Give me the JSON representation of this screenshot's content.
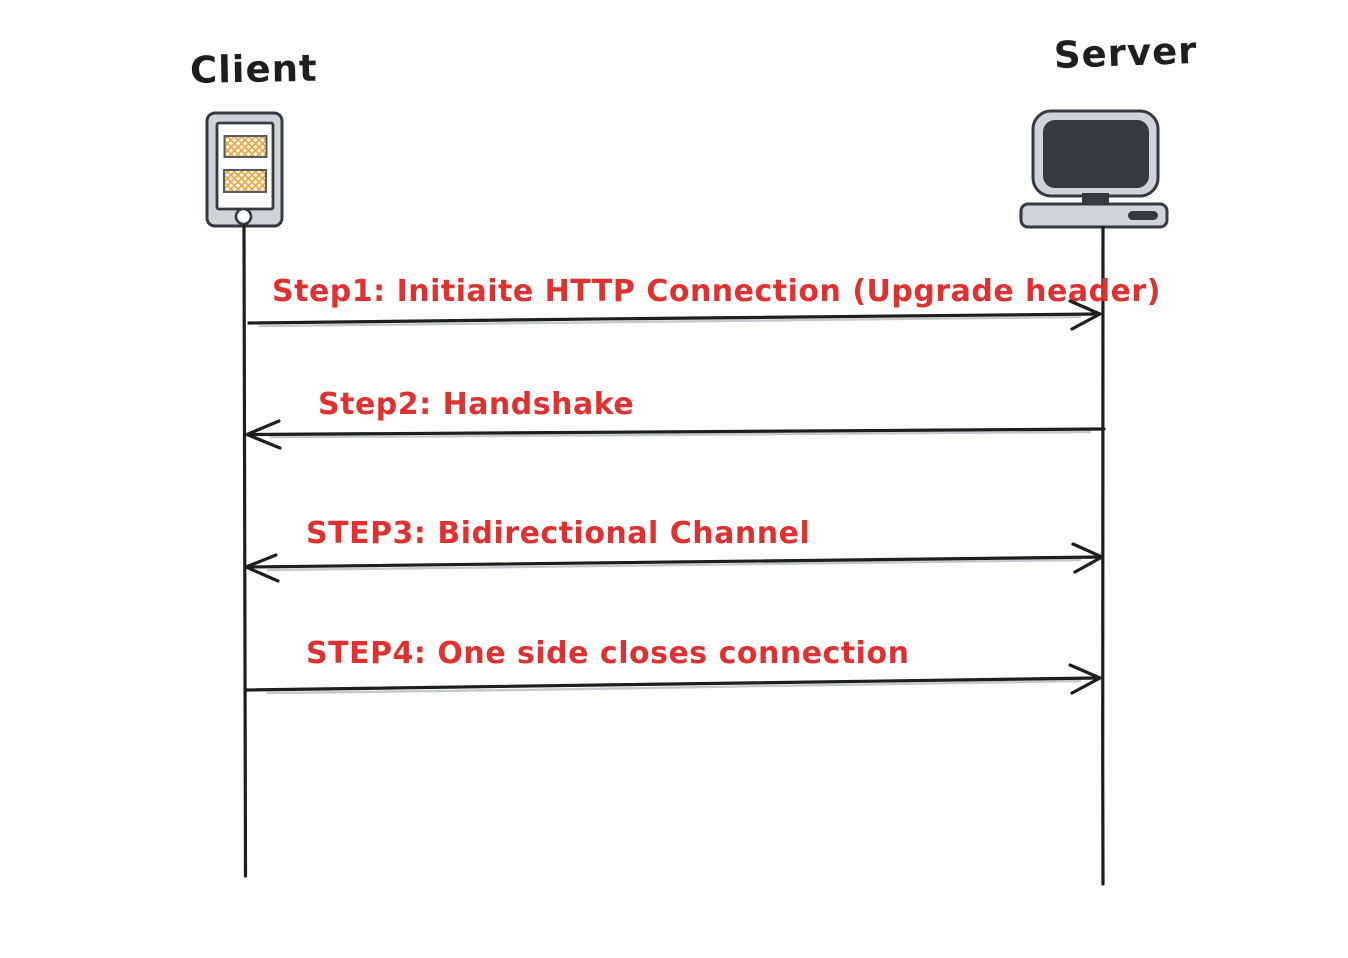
{
  "diagram": {
    "type": "sequence-diagram",
    "style": "hand-drawn",
    "actors": [
      {
        "name": "Client",
        "icon": "mobile-device-icon"
      },
      {
        "name": "Server",
        "icon": "desktop-computer-icon"
      }
    ],
    "messages": [
      {
        "label": "Step1: Initiaite HTTP Connection (Upgrade header)",
        "from": "Client",
        "to": "Server",
        "direction": "right"
      },
      {
        "label": "Step2: Handshake",
        "from": "Server",
        "to": "Client",
        "direction": "left"
      },
      {
        "label": "STEP3: Bidirectional Channel",
        "from": "Client",
        "to": "Server",
        "direction": "both"
      },
      {
        "label": "STEP4: One side closes connection",
        "from": "Client",
        "to": "Server",
        "direction": "right"
      }
    ],
    "colors": {
      "background": "#ffffff",
      "line_ink": "#1e1e1e",
      "line_shadow": "#c4c9ce",
      "message_text": "#e03131",
      "actor_text": "#1e1e1e",
      "device_body_fill": "#ced4da",
      "device_dark": "#343a40",
      "phone_screen_fill": "#ffffff",
      "phone_block_hatch": "#efa63d"
    }
  }
}
